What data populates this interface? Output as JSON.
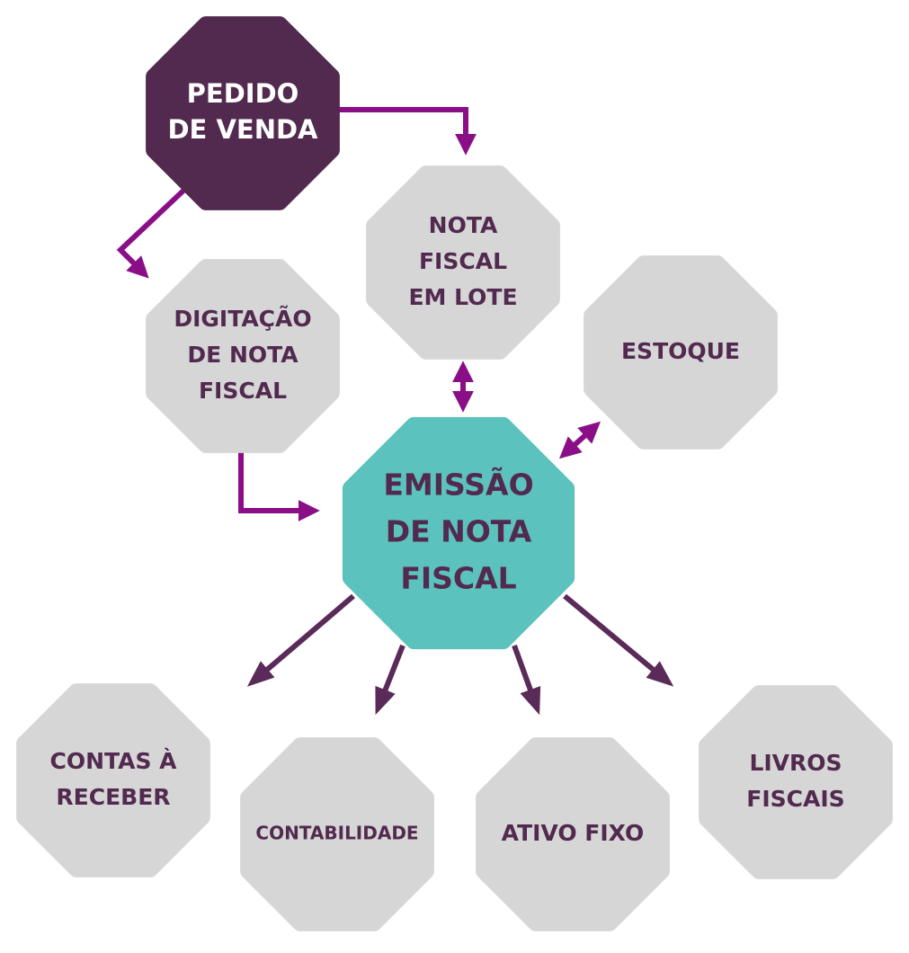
{
  "colors": {
    "source_fill": "#522a4f",
    "source_text": "#ffffff",
    "node_fill": "#d6d6d6",
    "node_text": "#522a4f",
    "center_fill": "#5bc2bd",
    "arrow_purple": "#8a0f87",
    "arrow_dark": "#5a2a58"
  },
  "nodes": {
    "pedido_venda": {
      "lines": [
        "PEDIDO",
        "DE VENDA"
      ]
    },
    "nota_fiscal_lote": {
      "lines": [
        "NOTA",
        "FISCAL",
        "EM LOTE"
      ]
    },
    "digitacao": {
      "lines": [
        "DIGITAÇÃO",
        "DE NOTA",
        "FISCAL"
      ]
    },
    "estoque": {
      "lines": [
        "ESTOQUE"
      ]
    },
    "emissao": {
      "lines": [
        "EMISSÃO",
        "DE NOTA",
        "FISCAL"
      ]
    },
    "contas_receber": {
      "lines": [
        "CONTAS À",
        "RECEBER"
      ]
    },
    "contabilidade": {
      "lines": [
        "CONTABILIDADE"
      ]
    },
    "ativo_fixo": {
      "lines": [
        "ATIVO FIXO"
      ]
    },
    "livros_fiscais": {
      "lines": [
        "LIVROS",
        "FISCAIS"
      ]
    }
  }
}
